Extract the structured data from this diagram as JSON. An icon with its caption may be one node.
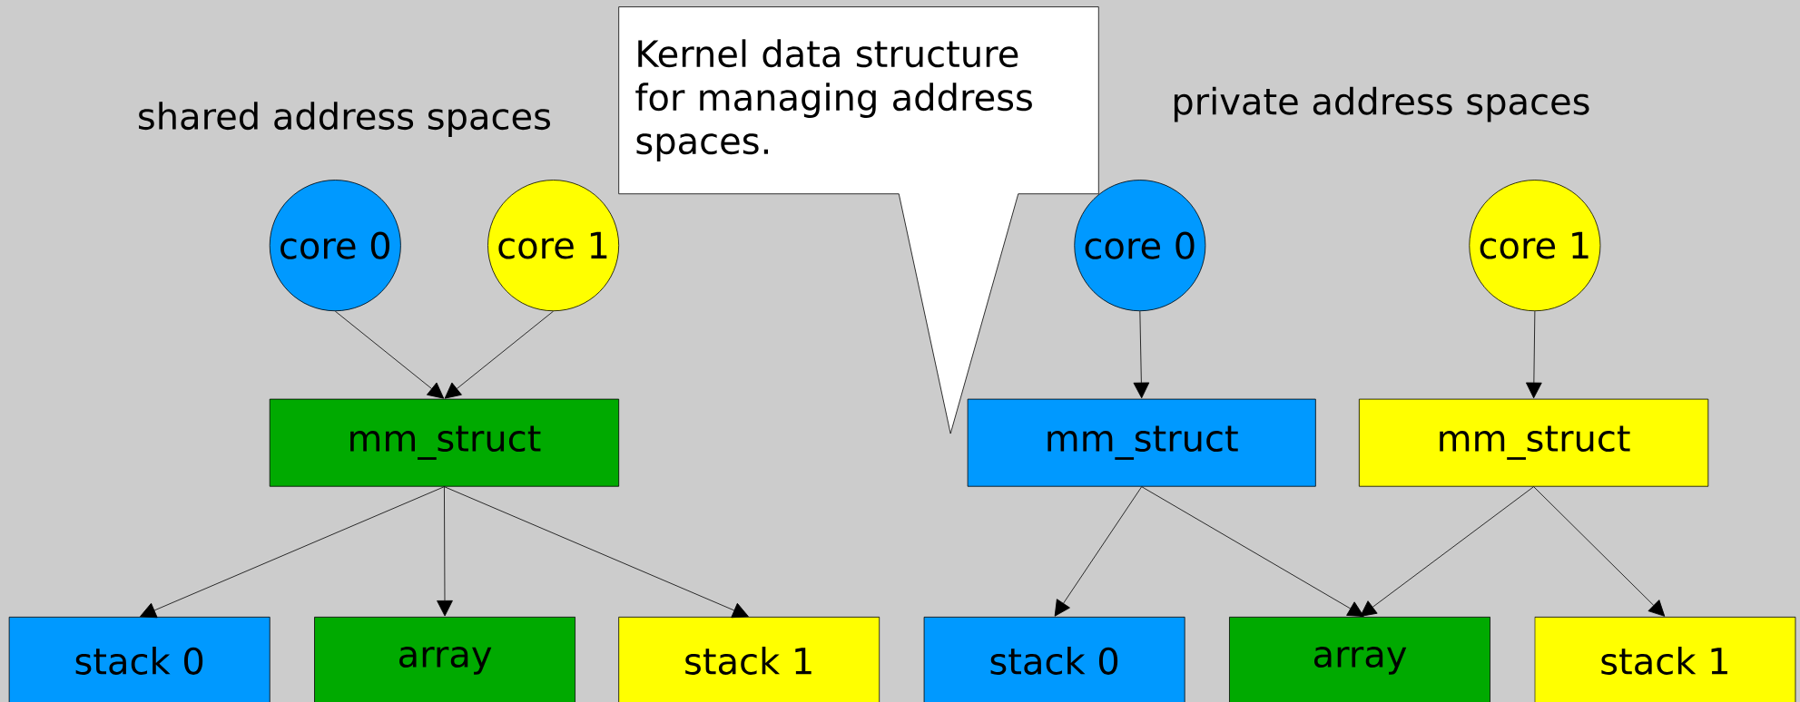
{
  "diagram": {
    "nodes": [
      {
        "text": [
          "Kernel data structure for managing address spaces."
        ]
      },
      {
        "text": [
          "core 0"
        ]
      },
      {
        "text": [
          "core 1"
        ]
      },
      {
        "text": [
          "mm_struct"
        ]
      },
      {
        "text": [
          "stack 0"
        ]
      },
      {
        "text": [
          "array"
        ]
      },
      {
        "text": [
          "stack 1"
        ]
      },
      {
        "text": [
          "core 0"
        ]
      },
      {
        "text": [
          "core 1"
        ]
      },
      {
        "text": [
          "mm_struct"
        ]
      },
      {
        "text": [
          "mm_struct"
        ]
      },
      {
        "text": [
          "stack 0"
        ]
      },
      {
        "text": [
          "array"
        ]
      },
      {
        "text": [
          "stack 1"
        ]
      }
    ],
    "edges": [
      {
        "from": 1,
        "to": 3,
        "arrow": "to"
      },
      {
        "from": 2,
        "to": 3,
        "arrow": "to"
      },
      {
        "from": 3,
        "to": 4,
        "arrow": "to"
      },
      {
        "from": 3,
        "to": 5,
        "arrow": "to"
      },
      {
        "from": 3,
        "to": 6,
        "arrow": "to"
      },
      {
        "from": 7,
        "to": 9,
        "arrow": "to"
      },
      {
        "from": 8,
        "to": 10,
        "arrow": "to"
      },
      {
        "from": 9,
        "to": 11,
        "arrow": "to"
      },
      {
        "from": 9,
        "to": 12,
        "arrow": "to"
      },
      {
        "from": 10,
        "to": 12,
        "arrow": "to"
      },
      {
        "from": 10,
        "to": 13,
        "arrow": "to"
      }
    ],
    "labels": [
      "shared address spaces",
      "private address spaces"
    ]
  }
}
